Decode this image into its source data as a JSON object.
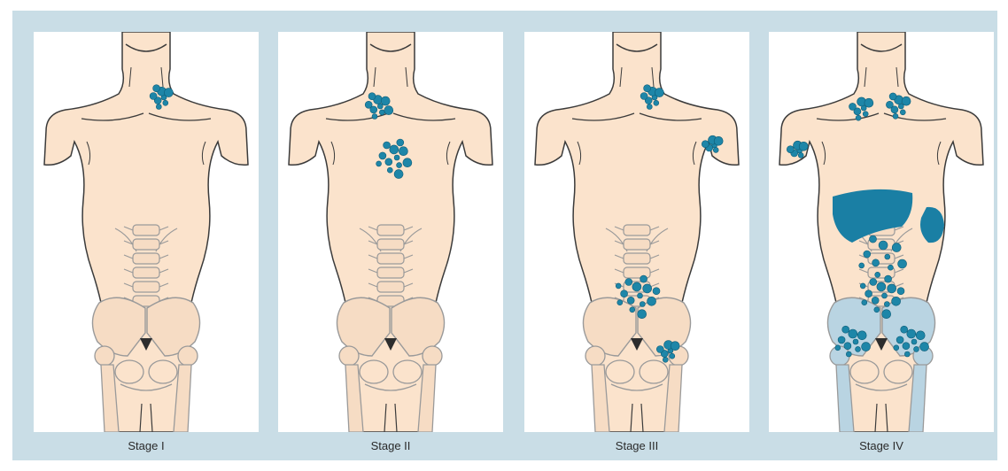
{
  "figure": {
    "colors": {
      "frame": "#c9dde6",
      "panel": "#ffffff",
      "skin": "#fbe3cc",
      "outline": "#3b3b3b",
      "bone_stroke": "#9a9a9a",
      "bone_fill": "#f6dcc4",
      "bone_affected": "#b9d4e2",
      "lesion": "#1e86a8",
      "organ": "#1a7fa4"
    },
    "icon": "human-torso-lymph-nodes-diagram",
    "stages": [
      {
        "label": "Stage I",
        "sites": [
          "neck-right"
        ]
      },
      {
        "label": "Stage II",
        "sites": [
          "neck-left",
          "chest-upper"
        ]
      },
      {
        "label": "Stage III",
        "sites": [
          "neck-right",
          "armpit-left",
          "abdomen",
          "groin-left"
        ]
      },
      {
        "label": "Stage IV",
        "sites": [
          "neck-both",
          "armpit-right",
          "liver",
          "spleen",
          "abdomen",
          "pelvis",
          "bone-marrow"
        ]
      }
    ]
  }
}
